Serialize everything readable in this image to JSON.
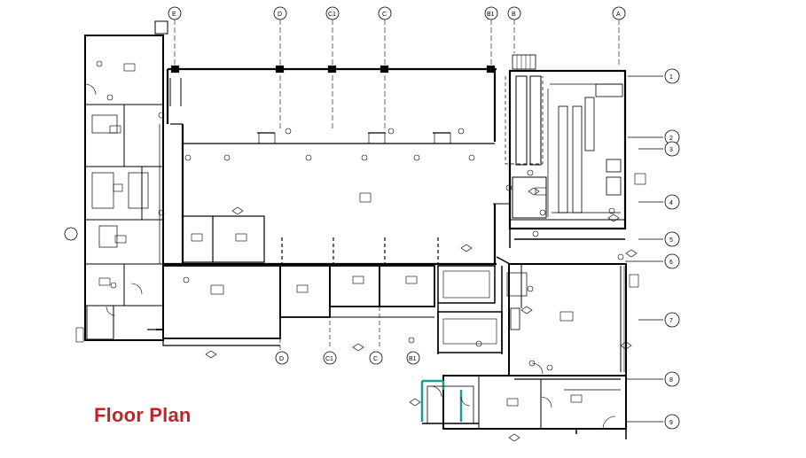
{
  "caption": "Floor Plan",
  "colors": {
    "caption": "#c0242b",
    "lines": "#000000",
    "accent_wall": "#1a9e8f"
  },
  "grid_top": [
    "E",
    "D",
    "C1",
    "C",
    "B1",
    "B",
    "A"
  ],
  "grid_right": [
    "1",
    "2",
    "3",
    "4",
    "5",
    "6",
    "7",
    "8",
    "9"
  ],
  "grid_bottom": [
    "D",
    "C1",
    "C",
    "B1"
  ]
}
